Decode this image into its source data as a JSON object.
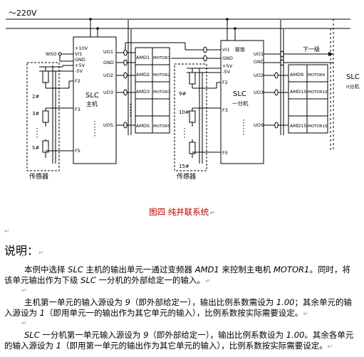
{
  "supply_label": "～220V",
  "left_unit": {
    "name_line1": "SLC",
    "name_line2": "主机",
    "wso_label": "WSO",
    "pins_left": [
      "+10V",
      "VI1",
      "GND",
      "+5V",
      "-5V",
      "F2",
      "F3",
      "FS"
    ],
    "pins_right": [
      "UO1",
      "GND",
      "UO2",
      "UO3",
      "UOS"
    ],
    "amd_labels": [
      "AMD1",
      "AMD2",
      "AMD3",
      "AMDS"
    ],
    "motor_labels": [
      "MOTOR1",
      "MOTOR2",
      "MOTOR3",
      "MOTORS"
    ],
    "sensor_labels": [
      "2#",
      "3#",
      "S#"
    ],
    "sensor_group_label": "传感器"
  },
  "right_unit": {
    "name_line1": "SLC",
    "name_line2": "一分机",
    "pins_left": [
      "VI1",
      "GND",
      "+5V",
      "-5V",
      "F2",
      "F3",
      "FS"
    ],
    "interlock_label": "联锁",
    "pins_right": [
      "UO1",
      "GND",
      "UO2",
      "UO3",
      "UOS"
    ],
    "amd_labels": [
      "AMD9",
      "AMD10",
      "AMD15"
    ],
    "motor_labels": [
      "MOTOR9",
      "MOTOR10",
      "MOTOR15"
    ],
    "sensor_labels": [
      "9#",
      "10#",
      "15#"
    ],
    "sensor_group_label": "传感器",
    "next_stage_label": "下一级"
  },
  "far_right": {
    "line1": "SLC",
    "line2": "n分机"
  },
  "caption": "图四   纯并联系统",
  "notes_heading": "说明：",
  "paragraphs": [
    [
      "本例中选择 ",
      {
        "i": "SLC"
      },
      " 主机的输出单元一通过变频器 ",
      {
        "i": "AMD1"
      },
      " 来控制主电机 ",
      {
        "i": "MOTOR1"
      },
      "。同时，将该单元输出作为下级 ",
      {
        "i": "SLC"
      },
      " 一分机的外部给定一的输入。"
    ],
    [
      "主机第一单元的输入源设为 ",
      {
        "i": "9"
      },
      "（即外部给定一），输出比例系数需设为 ",
      {
        "i": "1.00"
      },
      "；其余单元的输入源设为 ",
      {
        "i": "1"
      },
      "（即用单元一的输出作为其它单元的输入），比例系数按实际需要设定。"
    ],
    [
      {
        "i": "SLC"
      },
      " 一分机第一单元输入源设为 ",
      {
        "i": "9"
      },
      "（即外部给定一），输出比例系数设为 ",
      {
        "i": "1.00"
      },
      "。其余各单元的输入源设为 ",
      {
        "i": "1"
      },
      "（即用第一单元的输出作为其它单元的输入），比例系数按实际需要设定。"
    ]
  ]
}
